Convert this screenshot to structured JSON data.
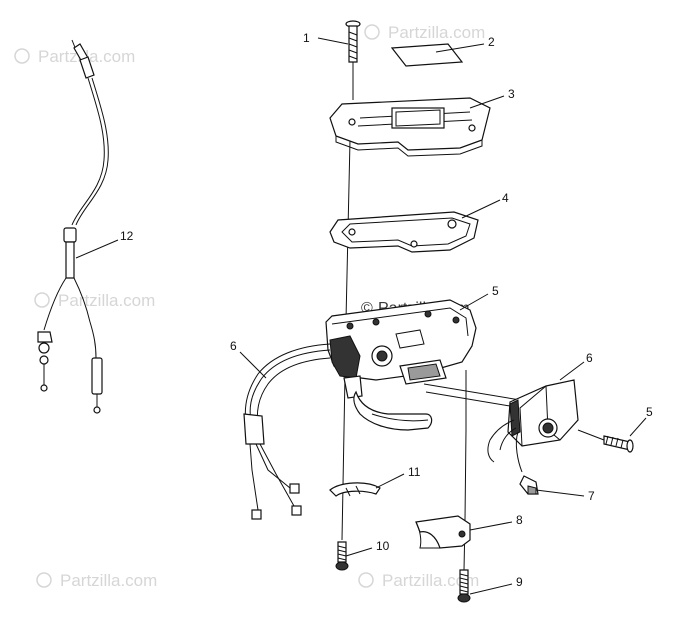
{
  "watermark": {
    "symbol": "©",
    "text": "Partzilla.com",
    "center_text": "Partzilla.com"
  },
  "callouts": [
    {
      "id": "c1",
      "label": "1"
    },
    {
      "id": "c2",
      "label": "2"
    },
    {
      "id": "c3",
      "label": "3"
    },
    {
      "id": "c4",
      "label": "4"
    },
    {
      "id": "c5a",
      "label": "5"
    },
    {
      "id": "c6a",
      "label": "6"
    },
    {
      "id": "c6b",
      "label": "6"
    },
    {
      "id": "c5b",
      "label": "5"
    },
    {
      "id": "c7",
      "label": "7"
    },
    {
      "id": "c8",
      "label": "8"
    },
    {
      "id": "c9",
      "label": "9"
    },
    {
      "id": "c10",
      "label": "10"
    },
    {
      "id": "c11",
      "label": "11"
    },
    {
      "id": "c12",
      "label": "12"
    }
  ]
}
